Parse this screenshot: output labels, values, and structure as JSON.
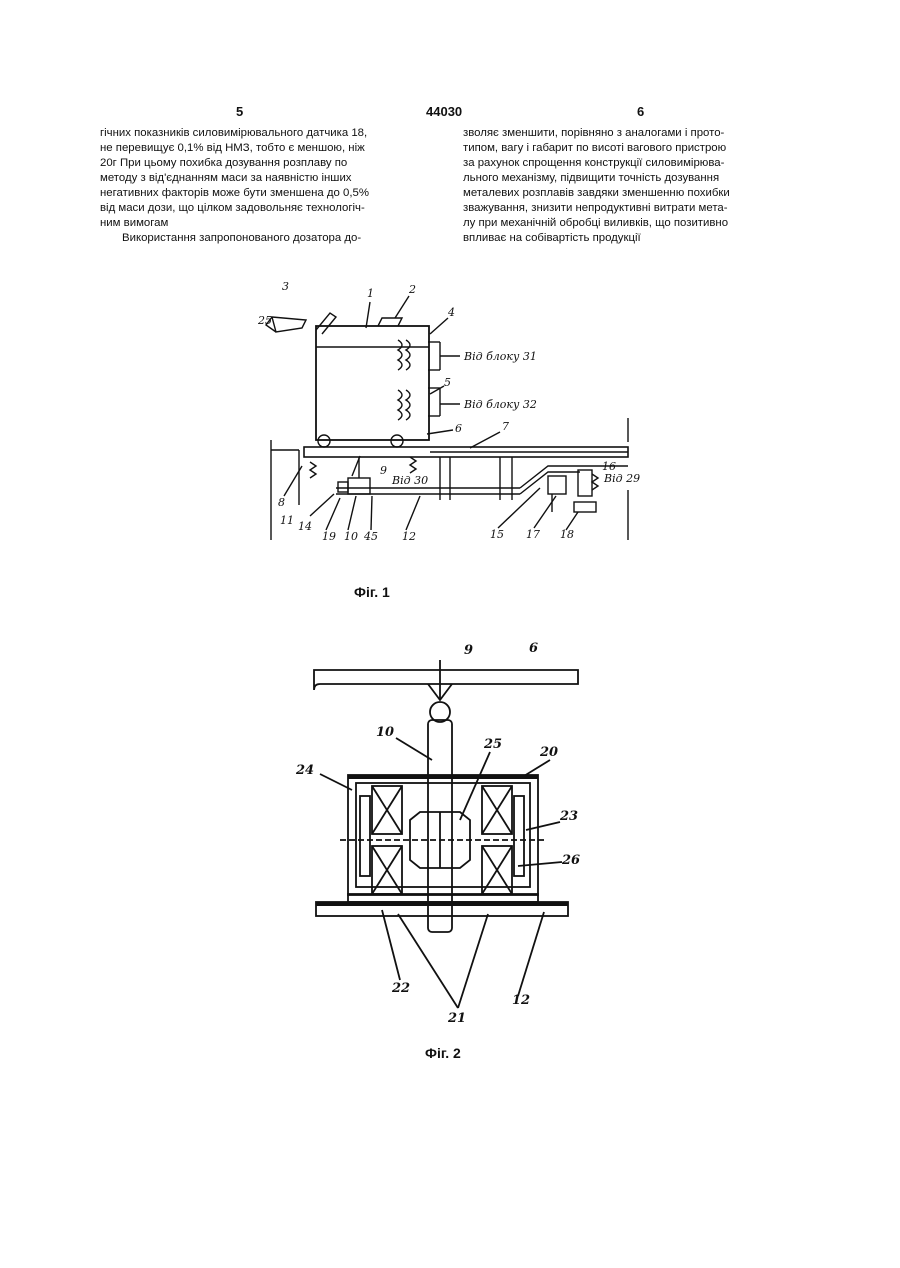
{
  "header": {
    "page_left": "5",
    "patent_number": "44030",
    "page_right": "6"
  },
  "left_column": {
    "lines": [
      "гічних показників силовимірювального датчика 18,",
      "не перевищує 0,1% від НМЗ, тобто є меншою, ніж",
      "20г При цьому похибка дозування розплаву по",
      "методу з від'єднанням маси за наявністю інших",
      "негативних факторів може бути зменшена до 0,5%",
      "від маси дози, що цілком задовольняє технологіч-",
      "ним вимогам",
      "Використання запропонованого дозатора до-"
    ]
  },
  "right_column": {
    "lines": [
      "зволяє зменшити, порівняно з аналогами і прото-",
      "типом, вагу і габарит по висоті вагового пристрою",
      "за рахунок спрощення конструкції силовимірюва-",
      "льного механізму, підвищити точність дозування",
      "металевих розплавів завдяки зменшенню похибки",
      "зважування, знизити непродуктивні витрати мета-",
      "лу при механічній обробці виливків, що позитивно",
      "впливає на собівартість продукції"
    ]
  },
  "figure1": {
    "caption": "Фіг. 1",
    "labels": {
      "l1": "1",
      "l2": "2",
      "l3": "3",
      "l4": "4",
      "l5": "5",
      "l6": "6",
      "l7": "7",
      "l8": "8",
      "l9": "9",
      "l10": "10",
      "l11": "11",
      "l12": "12",
      "l14": "14",
      "l15": "15",
      "l16": "16",
      "l17": "17",
      "l18": "18",
      "l19": "19",
      "l25": "25",
      "from31": "Від блоку 31",
      "from32": "Від блоку 32",
      "from29": "Від 29",
      "from30": "Від 30"
    }
  },
  "figure2": {
    "caption": "Фіг. 2",
    "labels": {
      "l6": "6",
      "l9": "9",
      "l10": "10",
      "l12": "12",
      "l20": "20",
      "l21": "21",
      "l22": "22",
      "l23": "23",
      "l24": "24",
      "l25": "25",
      "l26": "26"
    }
  }
}
